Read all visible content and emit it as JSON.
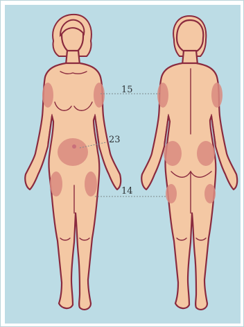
{
  "labels": {
    "arm": "15",
    "abdomen": "23",
    "thigh": "14"
  },
  "colors": {
    "background": "#bcdce5",
    "skin": "#f4c8a4",
    "outline": "#8a2a3e",
    "zone": "#d98b80",
    "zone_dark": "#c9707a",
    "leader_line": "#7d8a8c"
  }
}
